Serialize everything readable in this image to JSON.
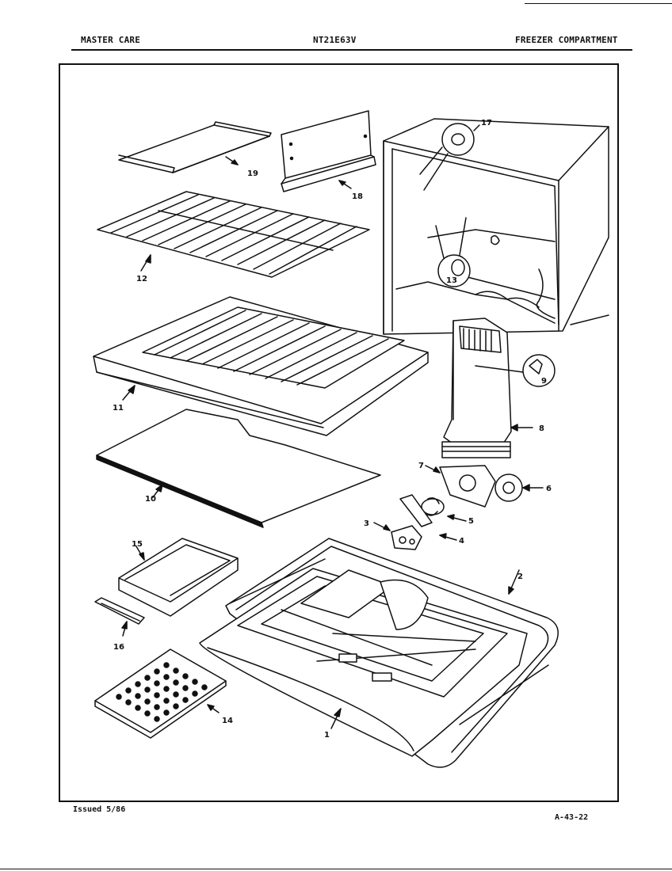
{
  "header": {
    "brand": "MASTER CARE",
    "model": "NT21E63V",
    "section": "FREEZER COMPARTMENT"
  },
  "footer": {
    "issued": "Issued 5/86",
    "page_code": "A-43-22"
  },
  "parts": {
    "liner": "1",
    "bottom_cover": "2",
    "thermostat": "3",
    "bracket": "4",
    "fan_blade": "5",
    "fan_motor": "6",
    "motor_bracket": "7",
    "air_duct": "8",
    "damper_knob": "9",
    "insulation_panel": "10",
    "shelf_cover": "11",
    "wire_shelf": "12",
    "light_socket_13": "13",
    "ice_tray": "14",
    "ice_bin": "15",
    "bin_handle": "16",
    "light_socket_17": "17",
    "shelf_18": "18",
    "shelf_19": "19"
  }
}
